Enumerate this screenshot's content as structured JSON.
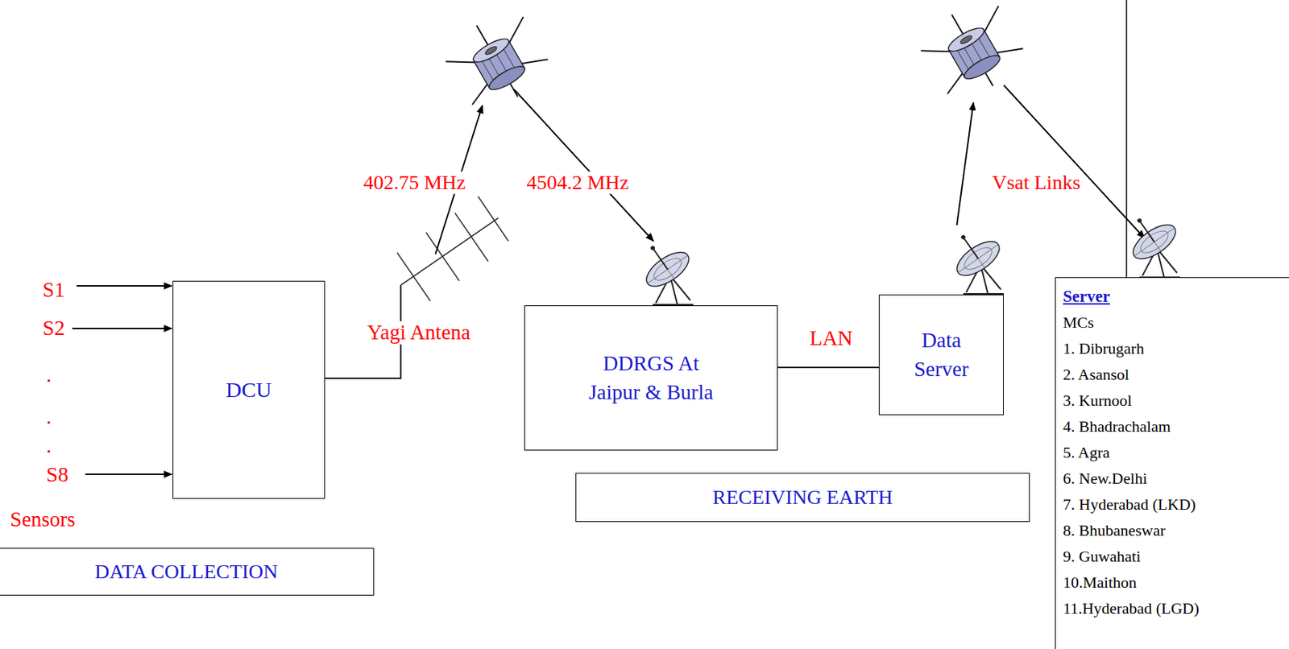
{
  "diagram": {
    "nodes": [
      {
        "text": [
          "DCU"
        ]
      },
      {
        "text": [
          "DATA COLLECTION"
        ]
      },
      {
        "text": [
          "DDRGS At Jaipur & Burla"
        ]
      },
      {
        "text": [
          "RECEIVING EARTH"
        ]
      },
      {
        "text": [
          "Data Server"
        ]
      },
      {
        "text": [
          "Server",
          "MCs",
          "1. Dibrugarh",
          "2. Asansol",
          "3. Kurnool",
          "4. Bhadrachalam",
          "5. Agra",
          "6. New.Delhi",
          "7. Hyderabad (LKD)",
          "8. Bhubaneswar",
          "9. Guwahati",
          "10.Maithon",
          "11.Hyderabad (LGD)"
        ]
      }
    ],
    "edges": [
      {
        "from": 2,
        "to": 4,
        "label": "LAN",
        "arrow": "none"
      }
    ],
    "labels": [
      "S1",
      "S2",
      ".",
      ".",
      ".",
      "S8",
      "Sensors",
      "Yagi Antena",
      "402.75 MHz",
      "4504.2 MHz",
      "Vsat Links"
    ]
  }
}
